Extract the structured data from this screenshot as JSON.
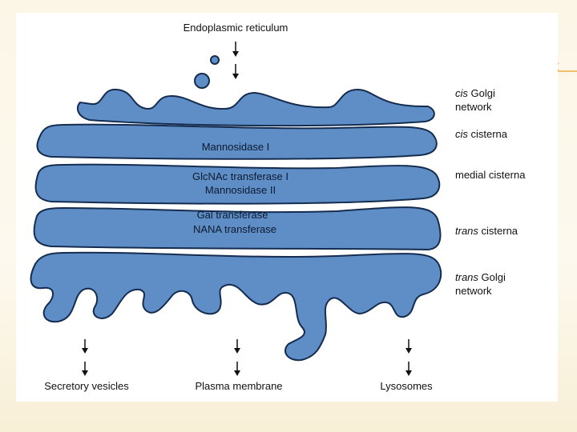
{
  "diagram": {
    "source_label": "Endoplasmic reticulum",
    "enzymes": {
      "cis_cisterna": [
        "Mannosidase I"
      ],
      "medial_cisterna": [
        "GlcNAc transferase I",
        "Mannosidase II"
      ],
      "trans_cisterna": [
        "Gal transferase",
        "NANA transferase"
      ]
    },
    "compartments": {
      "cis_golgi_network": {
        "prefix": "cis",
        "line1": " Golgi",
        "line2": "network"
      },
      "cis_cisterna": {
        "prefix": "cis",
        "rest": " cisterna"
      },
      "medial_cisterna": {
        "label": "medial cisterna"
      },
      "trans_cisterna": {
        "prefix": "trans",
        "rest": " cisterna"
      },
      "trans_golgi_network": {
        "prefix": "trans",
        "line1": " Golgi",
        "line2": "network"
      }
    },
    "destinations": [
      "Secretory vesicles",
      "Plasma membrane",
      "Lysosomes"
    ],
    "colors": {
      "membrane_fill": "#5f8ec6",
      "membrane_outline": "#142c50",
      "slide_background": "#ffffff",
      "page_background": "#fbf6e6",
      "accent": "#f0c070"
    }
  }
}
